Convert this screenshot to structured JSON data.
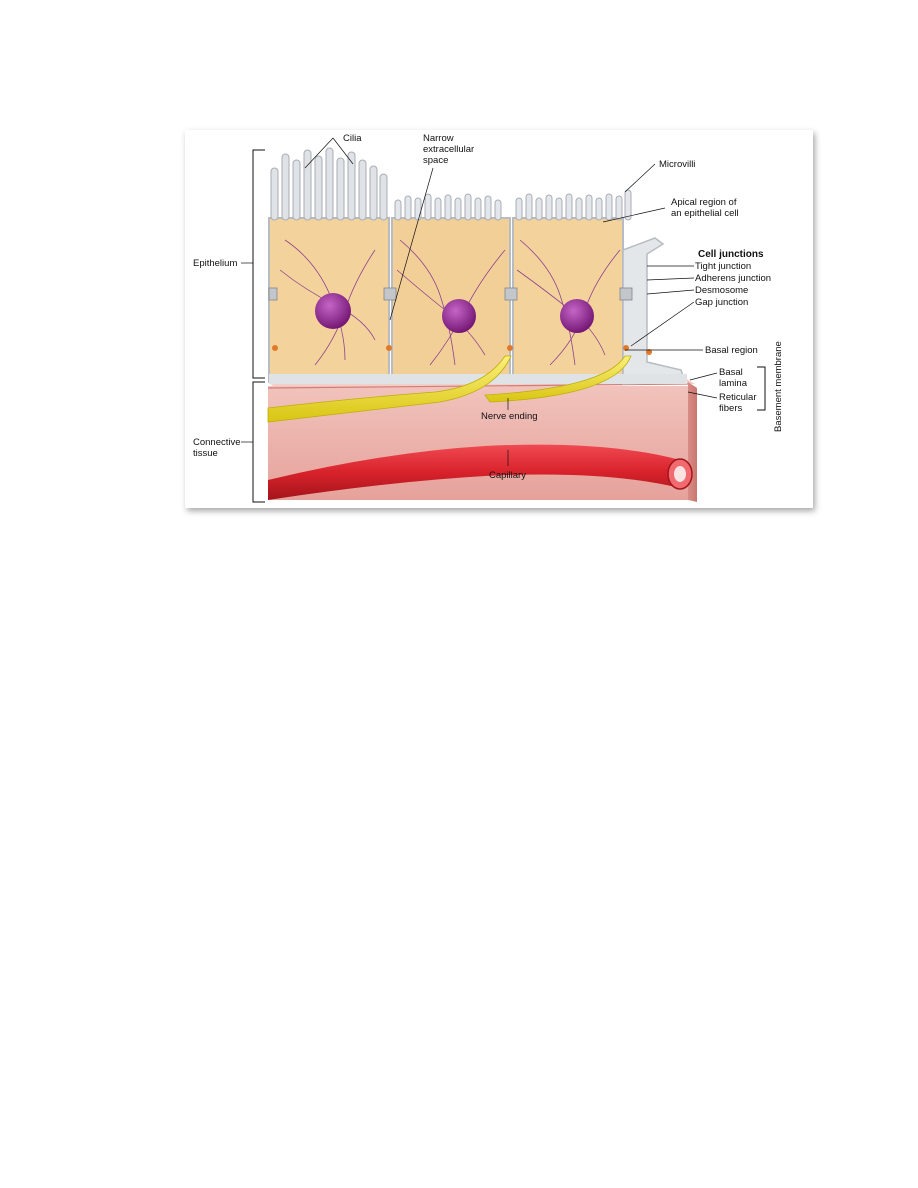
{
  "labels": {
    "cilia": "Cilia",
    "narrow_space": [
      "Narrow",
      "extracellular",
      "space"
    ],
    "microvilli": "Microvilli",
    "apical_region": [
      "Apical region of",
      "an epithelial cell"
    ],
    "cell_junctions": "Cell junctions",
    "tight_junction": "Tight junction",
    "adherens_junction": "Adherens junction",
    "desmosome": "Desmosome",
    "gap_junction": "Gap junction",
    "basal_region": "Basal region",
    "basal_lamina": [
      "Basal",
      "lamina"
    ],
    "reticular_fibers": [
      "Reticular",
      "fibers"
    ],
    "basement_membrane": "Basement membrane",
    "epithelium": "Epithelium",
    "connective_tissue": [
      "Connective",
      "tissue"
    ],
    "nerve_ending": "Nerve ending",
    "capillary": "Capillary"
  },
  "colors": {
    "cell_cytoplasm": "#f4d29c",
    "cell_membrane": "#c9ced3",
    "nucleus": "#8e1f8f",
    "connective_tissue": "#eab2ab",
    "nerve": "#f2e023",
    "capillary": "#d9252e",
    "filaments": "#7a2a8a"
  }
}
